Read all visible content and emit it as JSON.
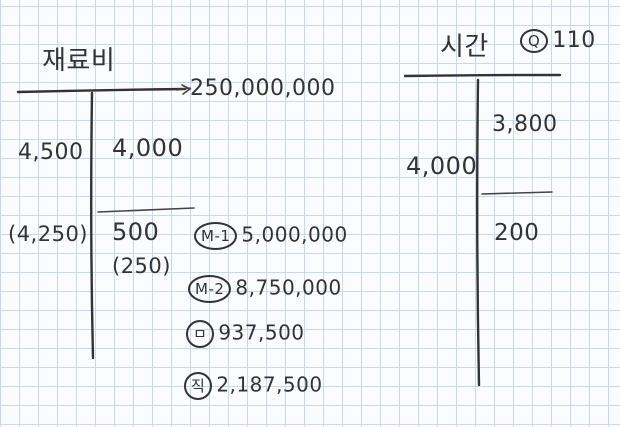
{
  "left_account": {
    "title": "재료비",
    "top_amount": "250,000,000",
    "row1": {
      "left": "4,500",
      "right": "4,000"
    },
    "row2": {
      "left": "(4,250)",
      "right": "500",
      "right_paren": "(250)"
    },
    "entries": [
      {
        "label": "M-1",
        "value": "5,000,000"
      },
      {
        "label": "M-2",
        "value": "8,750,000"
      },
      {
        "label": "ㅁ",
        "value": "937,500"
      },
      {
        "label": "직",
        "value": "2,187,500"
      }
    ]
  },
  "right_account": {
    "title": "시간",
    "circle_label": "Q",
    "circle_value": "110",
    "left_value": "4,000",
    "upper_value": "3,800",
    "lower_value": "200"
  }
}
